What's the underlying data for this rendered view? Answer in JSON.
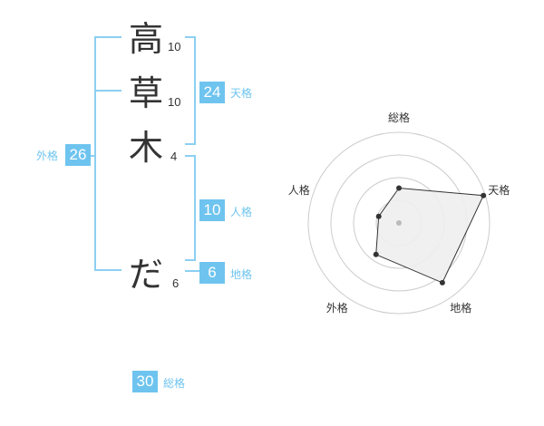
{
  "name": {
    "chars": [
      {
        "char": "高",
        "strokes": "10"
      },
      {
        "char": "草",
        "strokes": "10"
      },
      {
        "char": "木",
        "strokes": "4"
      },
      {
        "char": "だ",
        "strokes": "6"
      }
    ]
  },
  "fortune": {
    "tenkaku": {
      "label": "天格",
      "value": "24"
    },
    "jinkaku": {
      "label": "人格",
      "value": "10"
    },
    "chikaku": {
      "label": "地格",
      "value": "6"
    },
    "gaikaku": {
      "label": "外格",
      "value": "26"
    },
    "soukaku": {
      "label": "総格",
      "value": "30"
    }
  },
  "radar": {
    "axes": [
      "総格",
      "天格",
      "地格",
      "外格",
      "人格"
    ],
    "levels": 4,
    "values": [
      1.54,
      3.92,
      3.26,
      1.72,
      0.94
    ],
    "colors": {
      "ring": "#cccccc",
      "fill": "#eeeeee",
      "line": "#333333",
      "dot": "#333333",
      "center": "#bbbbbb"
    }
  }
}
